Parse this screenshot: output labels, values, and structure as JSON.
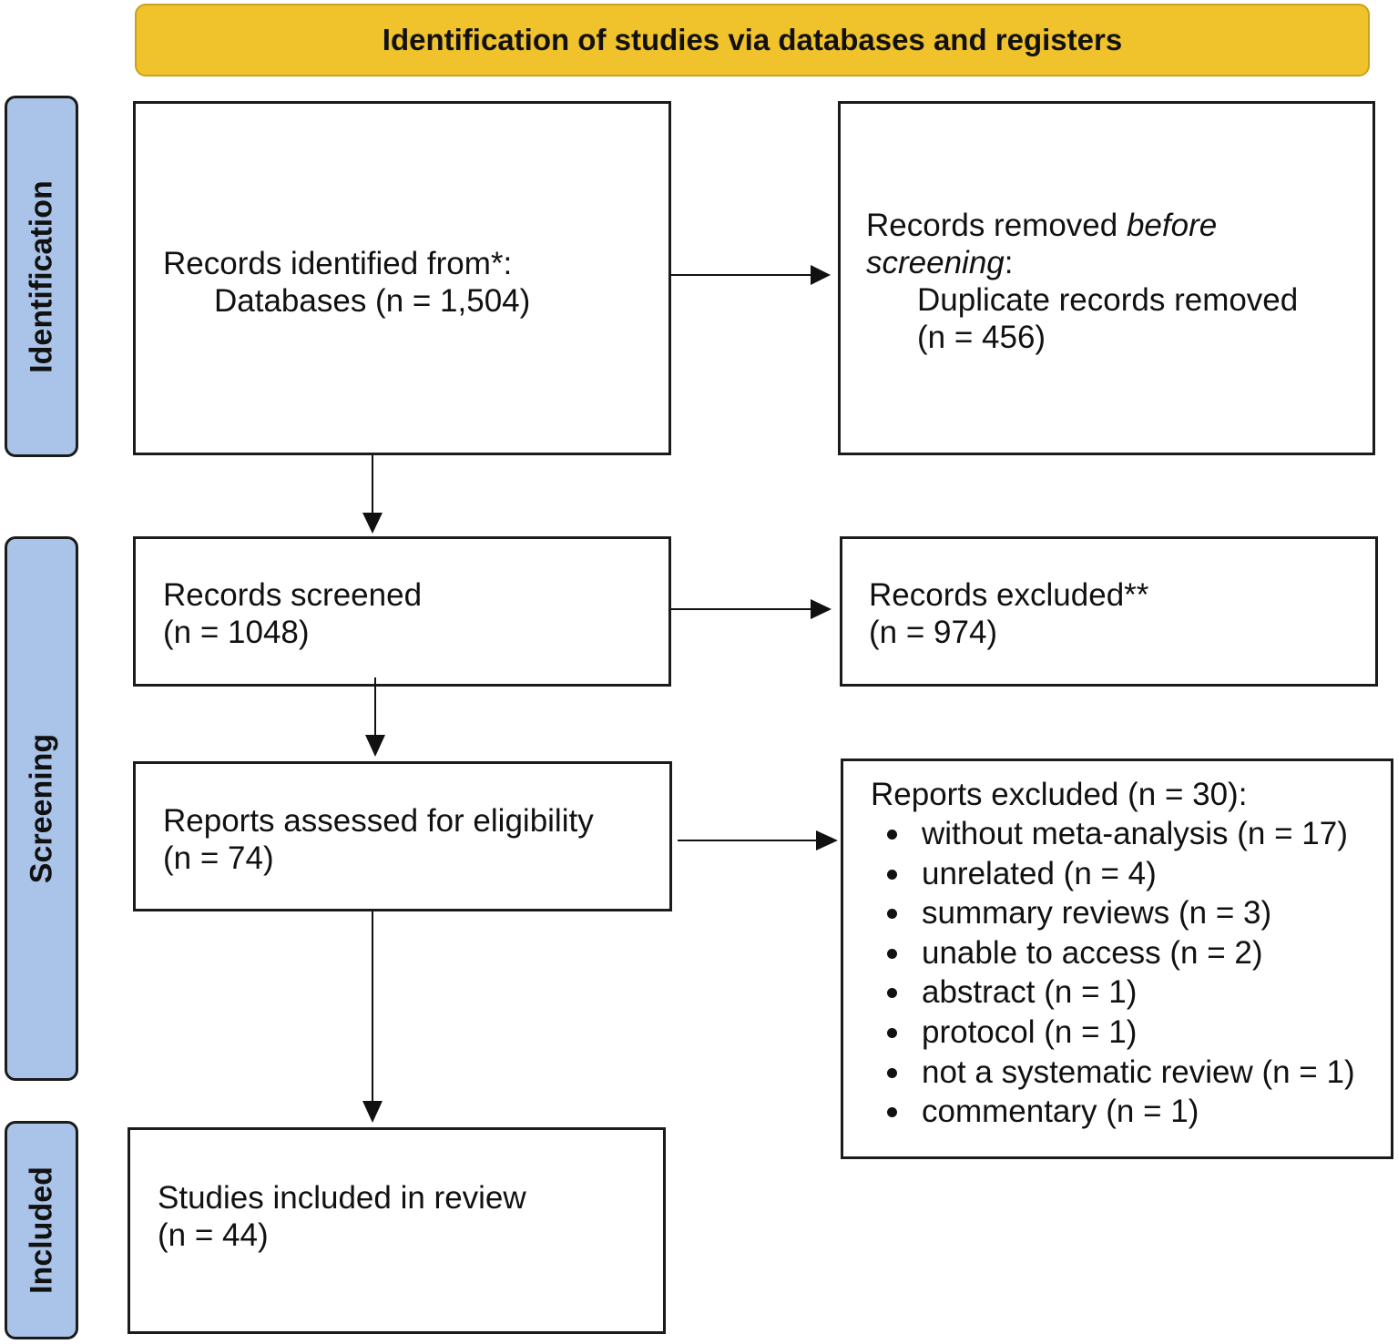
{
  "header": {
    "title": "Identification of studies via databases and registers"
  },
  "phases": {
    "identification": "Identification",
    "screening": "Screening",
    "included": "Included"
  },
  "identified": {
    "line1": "Records identified from*:",
    "line2": "Databases (n = 1,504)"
  },
  "removed": {
    "line1_prefix": "Records removed ",
    "line1_em": "before",
    "line2_em": "screening",
    "line2_suffix": ":",
    "line3": "Duplicate records removed",
    "line4": "(n = 456)"
  },
  "screened": {
    "line1": "Records screened",
    "line2": "(n = 1048)"
  },
  "excluded": {
    "line1": "Records excluded**",
    "line2": "(n = 974)"
  },
  "assessed": {
    "line1": "Reports assessed for eligibility",
    "line2": "(n = 74)"
  },
  "reports_excluded": {
    "title": "Reports excluded (n = 30):",
    "items": [
      "without meta-analysis (n = 17)",
      "unrelated (n = 4)",
      "summary reviews (n = 3)",
      "unable to access (n = 2)",
      "abstract (n = 1)",
      "protocol (n = 1)",
      "not a systematic review (n = 1)",
      "commentary (n = 1)"
    ]
  },
  "included": {
    "line1": "Studies included in review",
    "line2": "(n = 44)"
  },
  "colors": {
    "header_fill": "#F0C22C",
    "phase_fill": "#A9C4E8",
    "stroke": "#1b1b1b"
  }
}
